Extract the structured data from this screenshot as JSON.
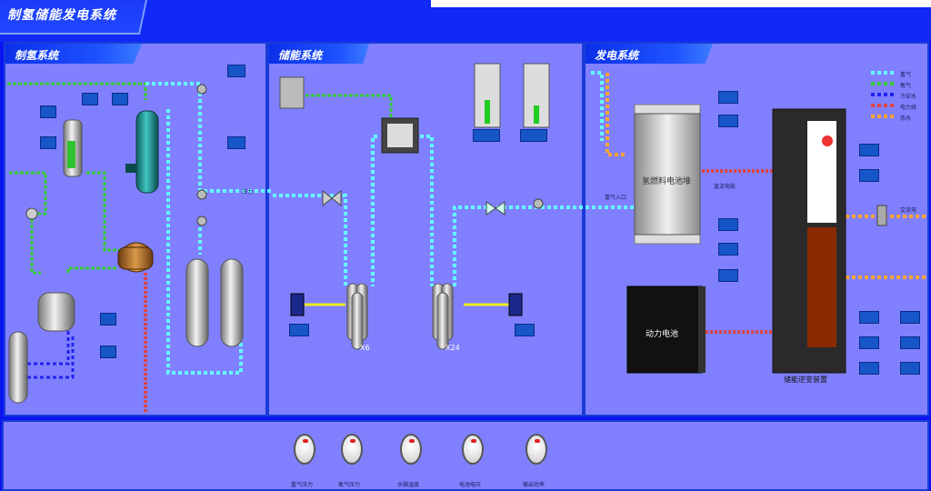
{
  "app": {
    "title": "制氢储能发电系统"
  },
  "panels": {
    "hydrogen": {
      "title": "制氢系统"
    },
    "storage": {
      "title": "储能系统"
    },
    "power": {
      "title": "发电系统"
    }
  },
  "legend": [
    "氢气",
    "氧气",
    "冷却水",
    "电力线",
    "热水"
  ],
  "equipment": {
    "fuel_cell": "氢燃料电池堆",
    "battery": "动力电池",
    "converter": "储能逆变装置",
    "cyl_left_count": "X6",
    "cyl_right_count": "X24"
  },
  "gauges": [
    "氢气压力",
    "氧气压力",
    "水箱温度",
    "电池电压",
    "输出功率"
  ],
  "labels": {
    "h2_in": "氢气入口",
    "dc": "直流电能",
    "ac": "交流电",
    "h2_pressure": "压力"
  }
}
